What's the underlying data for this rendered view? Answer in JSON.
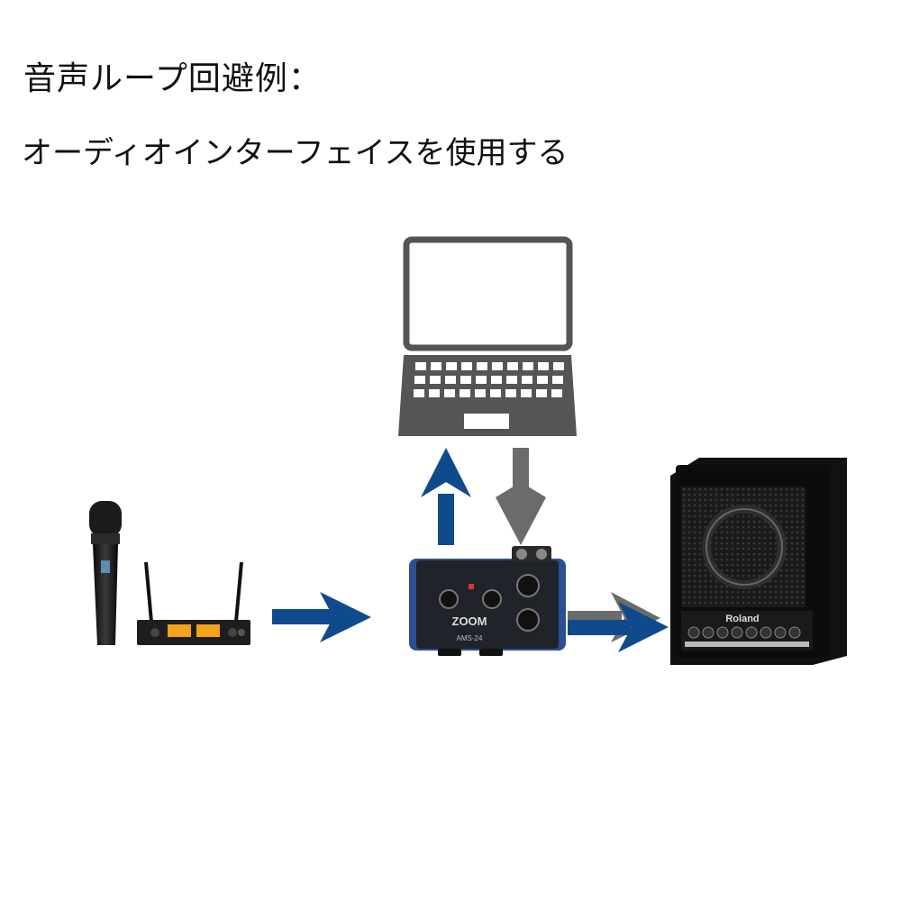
{
  "heading": {
    "title": "音声ループ回避例：",
    "subtitle": "オーディオインターフェイスを使用する"
  },
  "devices": {
    "interface_brand": "ZOOM",
    "interface_model": "AMS-24",
    "speaker_brand": "Roland"
  },
  "colors": {
    "flow_blue": "#0f4a8c",
    "return_gray": "#6b6b6b",
    "laptop_gray": "#555555"
  }
}
